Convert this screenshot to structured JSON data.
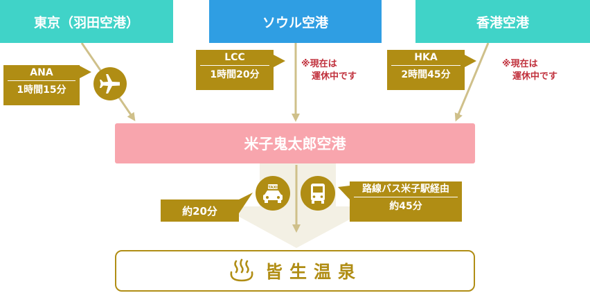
{
  "origins": [
    {
      "label": "東京（羽田空港）",
      "color": "#40d3c8"
    },
    {
      "label": "ソウル空港",
      "color": "#2f9ee3"
    },
    {
      "label": "香港空港",
      "color": "#40d3c8"
    }
  ],
  "routes": [
    {
      "carrier": "ANA",
      "duration": "1時間15分"
    },
    {
      "carrier": "LCC",
      "duration": "1時間20分"
    },
    {
      "carrier": "HKA",
      "duration": "2時間45分"
    }
  ],
  "notes": {
    "seoul": [
      "※現在は",
      "運休中です"
    ],
    "hongkong": [
      "※現在は",
      "運休中です"
    ]
  },
  "airport": {
    "label": "米子鬼太郎空港"
  },
  "ground": {
    "taxi_time": "約20分",
    "taxi_sign": "TAXI",
    "bus_route": "路線バス米子駅経由",
    "bus_time": "約45分"
  },
  "destination": {
    "label": "皆生温泉"
  },
  "colors": {
    "teal": "#40d3c8",
    "blue": "#2f9ee3",
    "gold": "#b08d14",
    "pink": "#f8a5ad",
    "arrow": "#cfc08a",
    "note_red": "#c0303c",
    "funnel": "#f3f0e4"
  },
  "icons": [
    "airplane-icon",
    "taxi-icon",
    "bus-icon",
    "hot-spring-icon"
  ]
}
